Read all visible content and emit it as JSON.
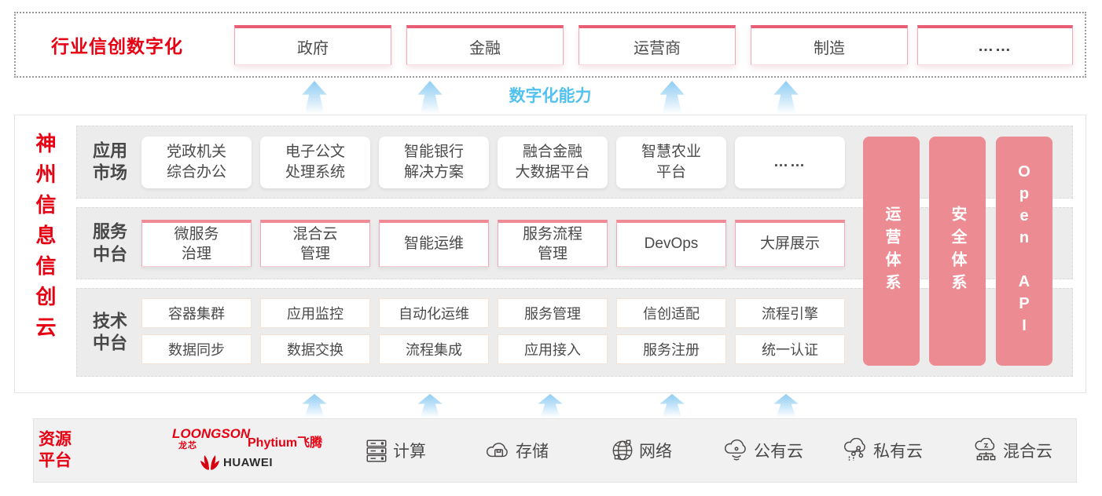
{
  "top_banner": {
    "title": "行业信创数字化",
    "industries": [
      "政府",
      "金融",
      "运营商",
      "制造",
      "……"
    ]
  },
  "capability": {
    "label": "数字化能力"
  },
  "platform": {
    "title": "神州信息信创云",
    "rows": [
      {
        "label": "应用\n市场",
        "items": [
          "党政机关\n综合办公",
          "电子公文\n处理系统",
          "智能银行\n解决方案",
          "融合金融\n大数据平台",
          "智慧农业\n平台",
          "……"
        ]
      },
      {
        "label": "服务\n中台",
        "items": [
          "微服务\n治理",
          "混合云\n管理",
          "智能运维",
          "服务流程\n管理",
          "DevOps",
          "大屏展示"
        ]
      },
      {
        "label": "技术\n中台",
        "items_top": [
          "容器集群",
          "应用监控",
          "自动化运维",
          "服务管理",
          "信创适配",
          "流程引擎"
        ],
        "items_bottom": [
          "数据同步",
          "数据交换",
          "流程集成",
          "应用接入",
          "服务注册",
          "统一认证"
        ]
      }
    ],
    "pillars": [
      "运营体系",
      "安全体系",
      "Open API"
    ]
  },
  "resources": {
    "label": "资源\n平台",
    "vendors": {
      "loongson": "LOONGSON",
      "loongson_sub": "龙芯",
      "phytium": "Phytium飞腾",
      "huawei": "HUAWEI"
    },
    "items": [
      {
        "icon": "server-icon",
        "label": "计算"
      },
      {
        "icon": "storage-cloud-icon",
        "label": "存储"
      },
      {
        "icon": "network-globe-icon",
        "label": "网络"
      },
      {
        "icon": "public-cloud-icon",
        "label": "公有云"
      },
      {
        "icon": "private-cloud-icon",
        "label": "私有云"
      },
      {
        "icon": "hybrid-cloud-icon",
        "label": "混合云"
      }
    ]
  },
  "colors": {
    "brand_red": "#e60012",
    "box_border_pink": "#f2a9b6",
    "pillar_pink": "#ec8b92",
    "capability_blue": "#53c1ef"
  }
}
